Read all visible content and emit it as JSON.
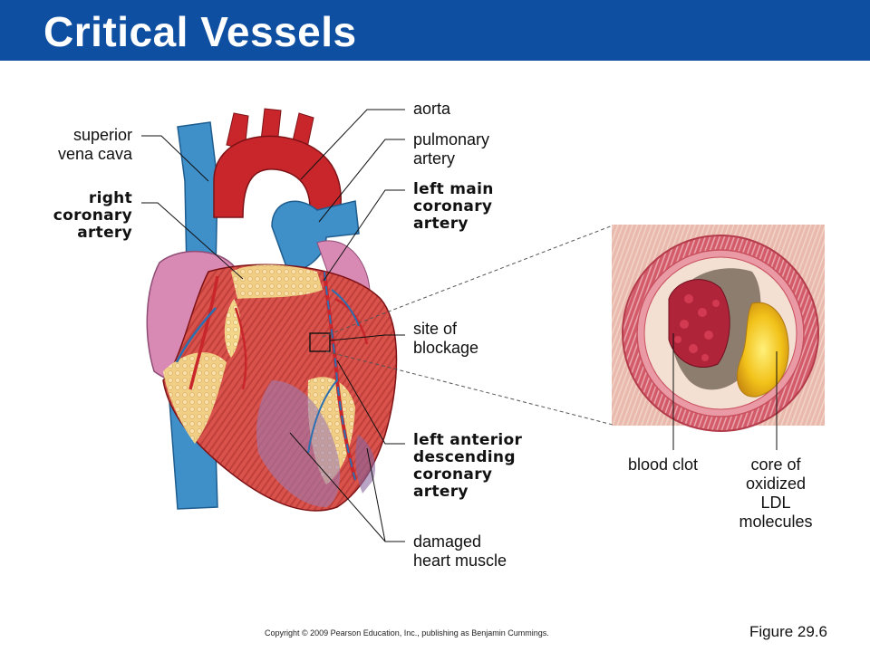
{
  "title": "Critical Vessels",
  "labels": {
    "aorta": "aorta",
    "pulmonary_artery": [
      "pulmonary",
      "artery"
    ],
    "superior_vena_cava": [
      "superior",
      "vena cava"
    ],
    "right_coronary_artery": [
      "right",
      "coronary",
      "artery"
    ],
    "left_main_coronary_artery": [
      "left main",
      "coronary",
      "artery"
    ],
    "site_of_blockage": [
      "site of",
      "blockage"
    ],
    "left_anterior_descending": [
      "left anterior",
      "descending",
      "coronary",
      "artery"
    ],
    "damaged_heart_muscle": [
      "damaged",
      "heart muscle"
    ],
    "blood_clot": "blood clot",
    "core_ldl": [
      "core of",
      "oxidized",
      "LDL",
      "molecules"
    ]
  },
  "copyright": "Copyright © 2009 Pearson Education, Inc., publishing as Benjamin Cummings.",
  "figure": "Figure 29.6",
  "colors": {
    "title_bar": "#0f4fa1",
    "vein_blue": "#3f8fc9",
    "artery_red": "#c9262c",
    "muscle": "#d9524b",
    "fat": "#f3d68a",
    "atrium_pink": "#d98ab4",
    "plaque_yellow": "#f2c21a"
  }
}
